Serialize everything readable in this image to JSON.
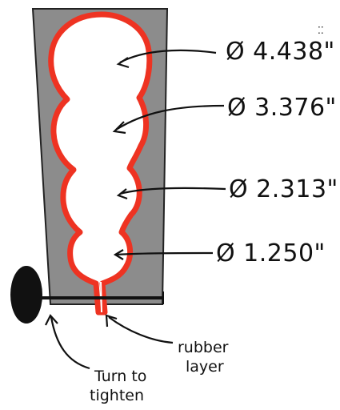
{
  "colors": {
    "page_background": "#ffffff",
    "mold_body": "#8c8c8c",
    "mold_outline": "#222222",
    "cavity": "#ffffff",
    "rubber_layer": "#ee3322",
    "ink": "#111111"
  },
  "dimensions": [
    {
      "value": "Ø 4.438\"",
      "diameter_in": 4.438
    },
    {
      "value": "Ø 3.376\"",
      "diameter_in": 3.376
    },
    {
      "value": "Ø 2.313\"",
      "diameter_in": 2.313
    },
    {
      "value": "Ø 1.250\"",
      "diameter_in": 1.25
    }
  ],
  "notes": {
    "knob_line1": "Turn to",
    "knob_line2": "tighten",
    "rubber_line1": "rubber",
    "rubber_line2": "layer"
  },
  "icons": {
    "knob": "tightening-knob-icon"
  }
}
